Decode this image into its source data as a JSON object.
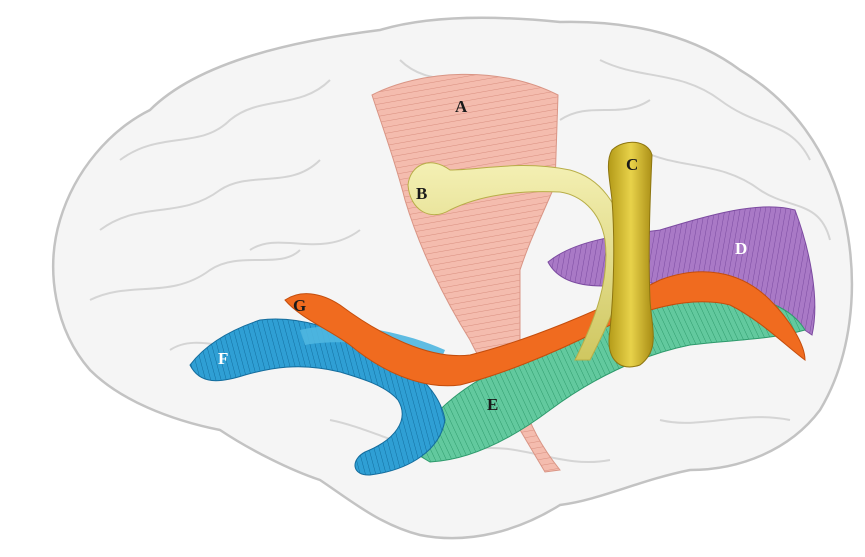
{
  "figure": {
    "labels": {
      "A": "A",
      "B": "B",
      "C": "C",
      "D": "D",
      "E": "E",
      "F": "F",
      "G": "G"
    },
    "colors": {
      "brain_outline": "#b9b9b9",
      "brain_fill": "#f4f4f4",
      "tract_A": "#f2b3a6",
      "tract_B": "#ece79a",
      "tract_C": "#d9c23a",
      "tract_D": "#a471c4",
      "tract_E": "#5fc79b",
      "tract_F": "#2c9bd1",
      "tract_G": "#f06a1e"
    }
  }
}
